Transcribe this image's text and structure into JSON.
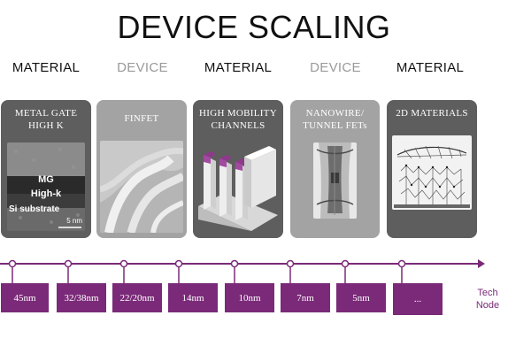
{
  "title": "DEVICE SCALING",
  "categories": [
    {
      "label": "MATERIAL",
      "color": "#111111"
    },
    {
      "label": "DEVICE",
      "color": "#9a9a9a"
    },
    {
      "label": "MATERIAL",
      "color": "#111111"
    },
    {
      "label": "DEVICE",
      "color": "#9a9a9a"
    },
    {
      "label": "MATERIAL",
      "color": "#111111"
    }
  ],
  "cards": [
    {
      "label_line1": "METAL GATE",
      "label_line2": "HIGH K",
      "bg": "#5e5e5e",
      "image_labels": {
        "mg": "MG",
        "highk": "High-k",
        "si": "Si substrate",
        "scale": "5 nm"
      }
    },
    {
      "label_line1": "FINFET",
      "label_line2": "",
      "bg": "#a3a3a3"
    },
    {
      "label_line1": "HIGH MOBILITY",
      "label_line2": "CHANNELS",
      "bg": "#5e5e5e"
    },
    {
      "label_line1": "NANOWIRE/",
      "label_line2": "TUNNEL FETs",
      "bg": "#a3a3a3"
    },
    {
      "label_line1": "2D MATERIALS",
      "label_line2": "",
      "bg": "#5e5e5e"
    }
  ],
  "nodes": [
    "45nm",
    "32/38nm",
    "22/20nm",
    "14nm",
    "10nm",
    "7nm",
    "5nm",
    "..."
  ],
  "axis_label_line1": "Tech",
  "axis_label_line2": "Node",
  "accent_color": "#7a2a78"
}
